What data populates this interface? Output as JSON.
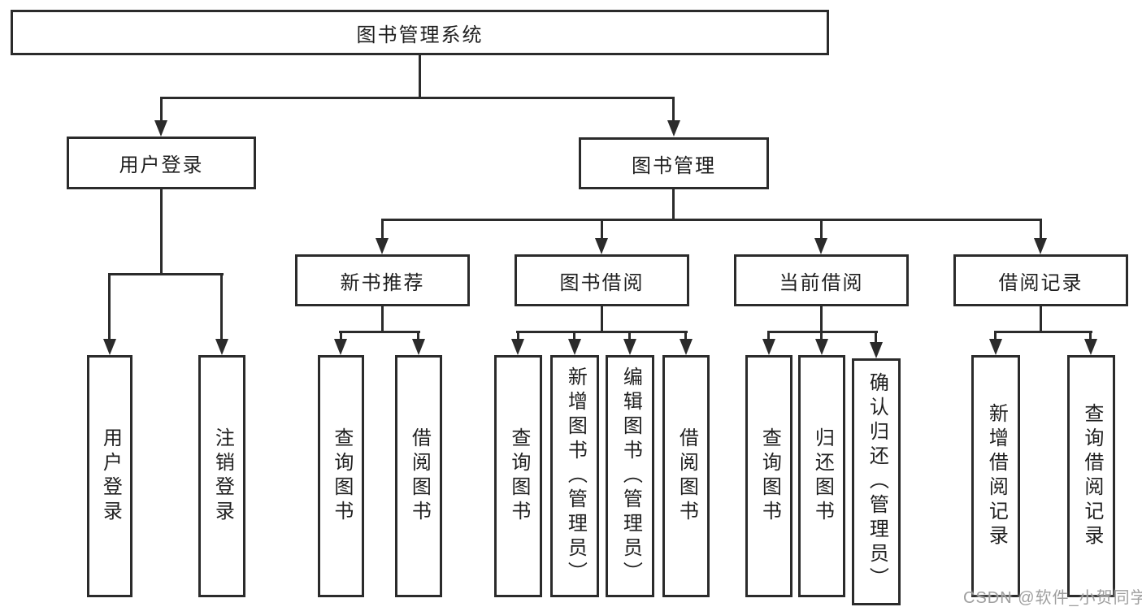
{
  "nodes": {
    "root": "图书管理系统",
    "user_login": "用户登录",
    "book_management": "图书管理",
    "new_book_recommend": "新书推荐",
    "book_borrowing": "图书借阅",
    "current_borrowing": "当前借阅",
    "borrowing_records": "借阅记录",
    "ul_children": [
      "用户登录",
      "注销登录"
    ],
    "nb_children": [
      "查询图书",
      "借阅图书"
    ],
    "bb_children": [
      "查询图书",
      "新增图书（管理员）",
      "编辑图书（管理员）",
      "借阅图书"
    ],
    "cb_children": [
      "查询图书",
      "归还图书",
      "确认归还（管理员）"
    ],
    "br_children": [
      "新增借阅记录",
      "查询借阅记录"
    ]
  },
  "watermark": "CSDN @软件_小贺同学",
  "colors": {
    "line": "#2b2b2b",
    "text": "#1f1f1f",
    "watermark": "#9f9f9f",
    "background": "#ffffff"
  }
}
